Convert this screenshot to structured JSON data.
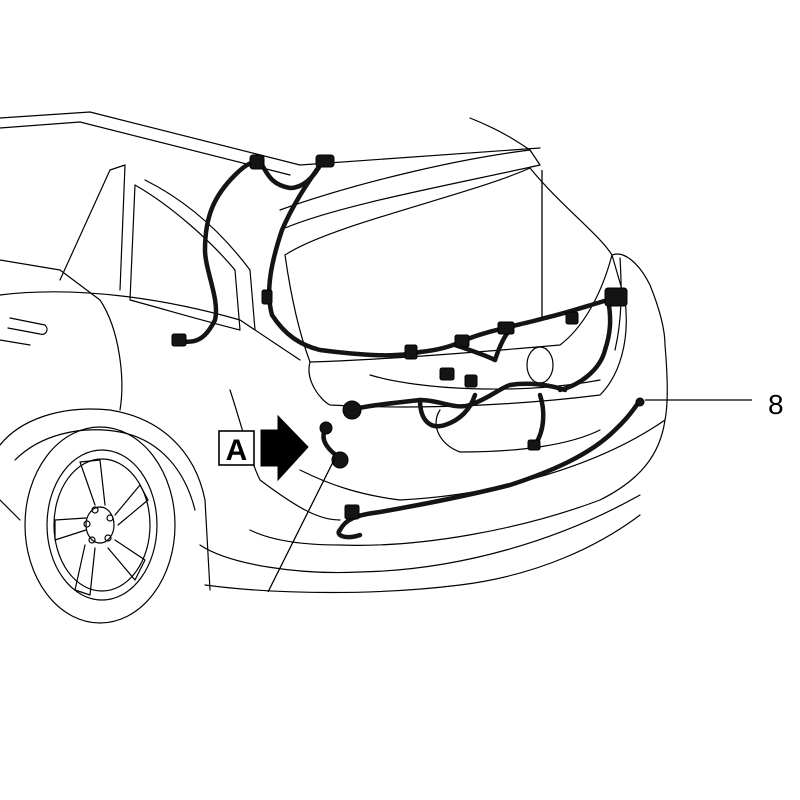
{
  "diagram": {
    "callouts": [
      {
        "id": "view-a",
        "text": "A"
      },
      {
        "id": "part-8",
        "text": "8"
      }
    ],
    "colors": {
      "line": "#000000",
      "harness": "#141414",
      "background": "#ffffff"
    }
  }
}
